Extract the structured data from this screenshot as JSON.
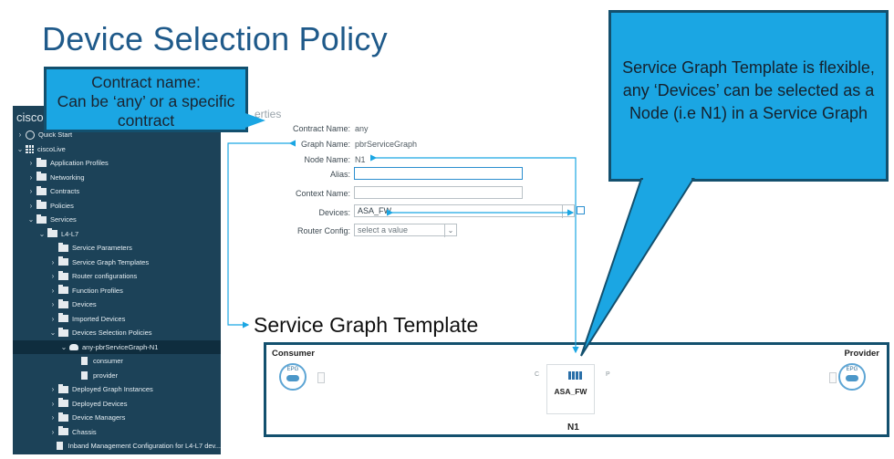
{
  "slide": {
    "title": "Device Selection Policy"
  },
  "callouts": {
    "contract": "Contract name:\nCan be ‘any’ or a specific contract",
    "sgt": "Service Graph Template is flexible, any ‘Devices’ can be selected as a Node (i.e N1) in a Service Graph"
  },
  "sidebar": {
    "brand": "cisco",
    "items": [
      {
        "label": "Quick Start",
        "indent": 0,
        "icon": "quick-start-icon",
        "chevron": "›"
      },
      {
        "label": "ciscoLive",
        "indent": 0,
        "icon": "tenant-icon",
        "chevron": "⌄"
      },
      {
        "label": "Application Profiles",
        "indent": 1,
        "icon": "folder-icon",
        "chevron": "›"
      },
      {
        "label": "Networking",
        "indent": 1,
        "icon": "folder-icon",
        "chevron": "›"
      },
      {
        "label": "Contracts",
        "indent": 1,
        "icon": "folder-icon",
        "chevron": "›"
      },
      {
        "label": "Policies",
        "indent": 1,
        "icon": "folder-icon",
        "chevron": "›"
      },
      {
        "label": "Services",
        "indent": 1,
        "icon": "folder-icon",
        "chevron": "⌄"
      },
      {
        "label": "L4-L7",
        "indent": 2,
        "icon": "folder-icon",
        "chevron": "⌄"
      },
      {
        "label": "Service Parameters",
        "indent": 3,
        "icon": "folder-icon",
        "chevron": ""
      },
      {
        "label": "Service Graph Templates",
        "indent": 3,
        "icon": "folder-icon",
        "chevron": "›"
      },
      {
        "label": "Router configurations",
        "indent": 3,
        "icon": "folder-icon",
        "chevron": "›"
      },
      {
        "label": "Function Profiles",
        "indent": 3,
        "icon": "folder-icon",
        "chevron": "›"
      },
      {
        "label": "Devices",
        "indent": 3,
        "icon": "folder-icon",
        "chevron": "›"
      },
      {
        "label": "Imported Devices",
        "indent": 3,
        "icon": "folder-icon",
        "chevron": "›"
      },
      {
        "label": "Devices Selection Policies",
        "indent": 3,
        "icon": "folder-icon",
        "chevron": "⌄"
      },
      {
        "label": "any-pbrServiceGraph-N1",
        "indent": 4,
        "icon": "policy-icon",
        "chevron": "⌄",
        "selected": true
      },
      {
        "label": "consumer",
        "indent": 5,
        "icon": "doc-icon",
        "chevron": ""
      },
      {
        "label": "provider",
        "indent": 5,
        "icon": "doc-icon",
        "chevron": ""
      },
      {
        "label": "Deployed Graph Instances",
        "indent": 3,
        "icon": "folder-icon",
        "chevron": "›"
      },
      {
        "label": "Deployed Devices",
        "indent": 3,
        "icon": "folder-icon",
        "chevron": "›"
      },
      {
        "label": "Device Managers",
        "indent": 3,
        "icon": "folder-icon",
        "chevron": "›"
      },
      {
        "label": "Chassis",
        "indent": 3,
        "icon": "folder-icon",
        "chevron": "›"
      },
      {
        "label": "Inband Management Configuration for L4-L7 dev...",
        "indent": 3,
        "icon": "doc-icon",
        "chevron": ""
      }
    ]
  },
  "properties": {
    "title": "erties",
    "contract_name_label": "Contract Name:",
    "contract_name_value": "any",
    "graph_name_label": "Graph Name:",
    "graph_name_value": "pbrServiceGraph",
    "node_name_label": "Node Name:",
    "node_name_value": "N1",
    "alias_label": "Alias:",
    "alias_value": "",
    "context_name_label": "Context Name:",
    "context_name_value": "",
    "devices_label": "Devices:",
    "devices_value": "ASA_FW",
    "router_config_label": "Router Config:",
    "router_config_placeholder": "select a value",
    "caret": "⌄"
  },
  "graph": {
    "section_label": "Service Graph Template",
    "consumer_label": "Consumer",
    "provider_label": "Provider",
    "epg_label": "EPG",
    "port_c": "C",
    "port_p": "P",
    "node_device": "ASA_FW",
    "node_name": "N1"
  },
  "colors": {
    "title": "#1f5a8a",
    "callout_fill": "#1ba6e3",
    "callout_border": "#13506e",
    "sidebar_bg": "#1c4258",
    "connector": "#1ba6e3"
  }
}
